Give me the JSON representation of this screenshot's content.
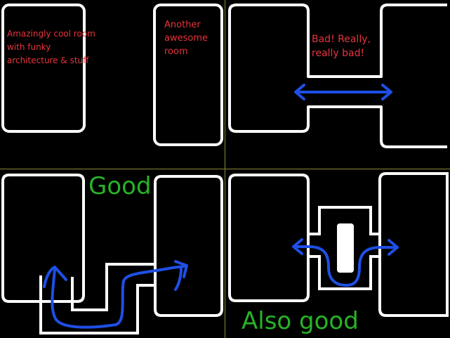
{
  "colors": {
    "background": "#000000",
    "wall": "#ffffff",
    "arrow": "#1e4fe6",
    "bad_text": "#e8343c",
    "good_text": "#27b327",
    "divider": "#8a8a3a"
  },
  "panels": {
    "top_left": {
      "room1_label": [
        "Amazingly cool room",
        "with funky",
        "architecture & stuff"
      ],
      "room2_label": [
        "Another",
        "awesome",
        "room"
      ]
    },
    "top_right": {
      "label": [
        "Bad!  Really,",
        "really bad!"
      ]
    },
    "bottom_left": {
      "label": "Good"
    },
    "bottom_right": {
      "label": "Also good"
    }
  }
}
